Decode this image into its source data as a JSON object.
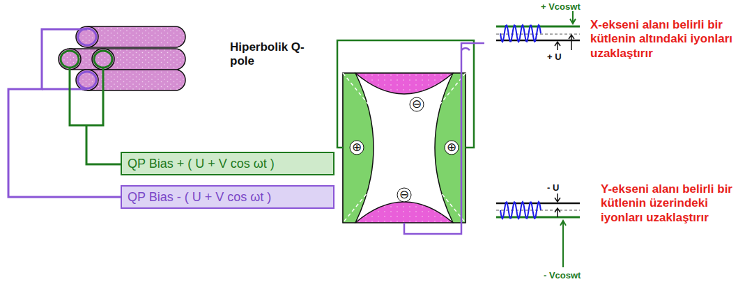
{
  "diagram": {
    "nodes": [
      {
        "text": [
          "QP Bias + ( U + V cos ωt )"
        ]
      },
      {
        "text": [
          "QP Bias - ( U + V cos ωt )"
        ]
      }
    ],
    "labels": [
      "Hiperbolik Q-pole",
      "⊖",
      "⊕",
      "⊕",
      "⊖",
      "+ Vcoswt",
      "+ U",
      "X-ekseni alanı belirli bir kütlenin altındaki iyonları uzaklaştırır",
      "- U",
      "- Vcoswt",
      "Y-ekseni alanı belirli bir kütlenin üzerindeki iyonları uzaklaştırır"
    ]
  }
}
